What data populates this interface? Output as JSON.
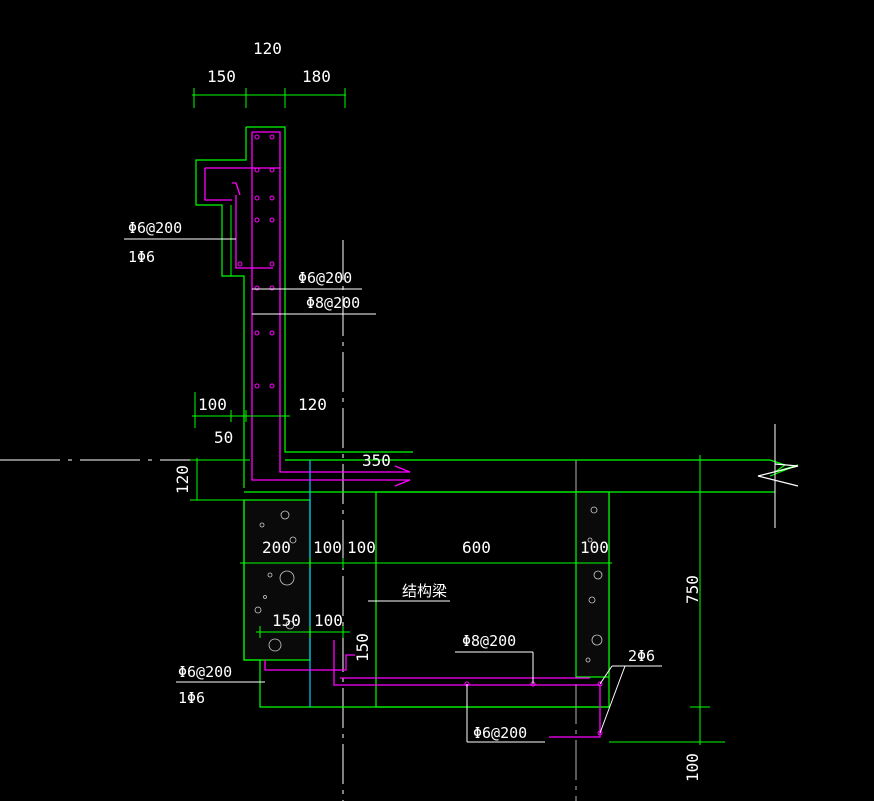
{
  "colors": {
    "background": "#000000",
    "outline": "#00ff00",
    "rebar": "#ff00ff",
    "centerline": "#ffffff",
    "cyan_line": "#00c8ff",
    "text": "#ffffff",
    "dim_line": "#00ff00"
  },
  "dimensions": {
    "top_total": "120",
    "top_left": "150",
    "top_right": "180",
    "mid_100": "100",
    "mid_120": "120",
    "mid_50": "50",
    "slab_120": "120",
    "slab_350": "350",
    "row_200": "200",
    "row_100a": "100",
    "row_100b": "100",
    "row_600": "600",
    "row_100c": "100",
    "low_150": "150",
    "low_100": "100",
    "low_150v": "150",
    "right_750": "750",
    "right_100": "100"
  },
  "notes": {
    "upper_left_1": "Φ6@200",
    "upper_left_2": "1Φ6",
    "upper_right_1": "Φ6@200",
    "upper_right_2": "Φ8@200",
    "beam_label": "结构梁",
    "lower_left_1": "Φ6@200",
    "lower_left_2": "1Φ6",
    "lower_mid": "Φ8@200",
    "lower_right": "2Φ6",
    "bottom_mid": "Φ6@200"
  }
}
